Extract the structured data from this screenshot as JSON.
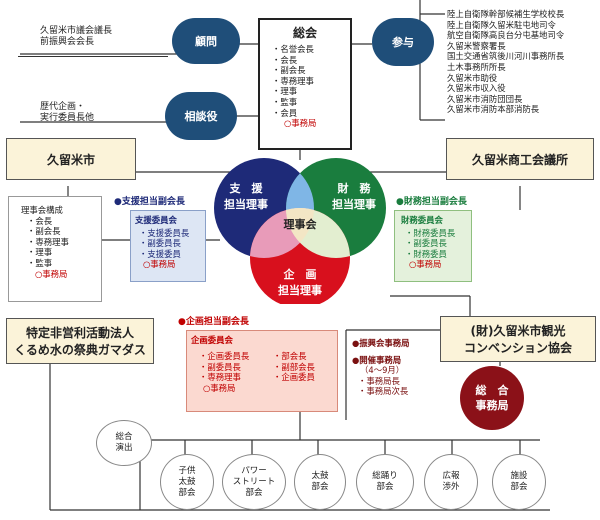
{
  "komon": {
    "label": "顧問",
    "members": [
      "久留米市議会議長",
      "前振興会会長"
    ]
  },
  "sodanyaku": {
    "label": "相談役",
    "members": [
      "歴代企画・",
      "実行委員長他"
    ]
  },
  "sanyo": {
    "label": "参与",
    "members": [
      "陸上自衛隊幹部候補生学校校長",
      "陸上自衛隊久留米駐屯地司令",
      "航空自衛隊高良台分屯基地司令",
      "久留米警察署長",
      "国土交通省筑後川河川事務所長",
      "土木事務所所長",
      "久留米市助役",
      "久留米市収入役",
      "久留米市消防団団長",
      "久留米市消防本部消防長"
    ]
  },
  "sokai": {
    "title": "総会",
    "members": [
      "・名誉会長",
      "・会長",
      "・副会長",
      "・専務理事",
      "・理事",
      "・監事",
      "・会員"
    ],
    "secretariat": "○事務局"
  },
  "kurume_city": "久留米市",
  "chamber": "久留米商工会議所",
  "npo": [
    "特定非営利活動法人",
    "くるめ水の祭典ガマダス"
  ],
  "convention": [
    "(財)久留米市観光",
    "コンベンション協会"
  ],
  "rijikai_box": {
    "title": "理事会構成",
    "members": [
      "・会長",
      "・副会長",
      "・専務理事",
      "・理事",
      "・監事"
    ],
    "secretariat": "○事務局"
  },
  "venn": {
    "shien": [
      "支　援",
      "担当理事"
    ],
    "zaimu": [
      "財　務",
      "担当理事"
    ],
    "kikaku": [
      "企　画",
      "担当理事"
    ],
    "center": "理事会",
    "colors": {
      "shien": "#1e2a78",
      "zaimu": "#1a7d3e",
      "kikaku": "#d8101d",
      "top_overlap": "#7fb6e6",
      "center": "#f3e6c5",
      "left_overlap": "#e89bb9"
    }
  },
  "shien": {
    "header": "●支援担当副会長",
    "committee": "支援委員会",
    "members": [
      "・支援委員長",
      "・副委員長",
      "・支援委員"
    ],
    "secretariat": "○事務局"
  },
  "zaimu": {
    "header": "●財務担当副会長",
    "committee": "財務委員会",
    "members": [
      "・財務委員長",
      "・副委員長",
      "・財務委員"
    ],
    "secretariat": "○事務局"
  },
  "kikaku": {
    "header": "●企画担当副会長",
    "committee": "企画委員会",
    "left": [
      "・企画委員長",
      "・副委員長",
      "・専務理事"
    ],
    "right": [
      "・部会長",
      "・副部会長",
      "・企画委員"
    ],
    "secretariat": "○事務局"
  },
  "convention_notes": {
    "shinkokai": "●振興会事務局",
    "kaisai_title": "●開催事務局",
    "kaisai_period": "（4～9月）",
    "members": [
      "・事務局長",
      "・事務局次長"
    ]
  },
  "sogo_jimukyoku": [
    "総　合",
    "事務局"
  ],
  "bukai": [
    {
      "lines": [
        "総合",
        "演出"
      ]
    },
    {
      "lines": [
        "子供",
        "太鼓",
        "部会"
      ]
    },
    {
      "lines": [
        "パワー",
        "ストリート",
        "部会"
      ]
    },
    {
      "lines": [
        "太鼓",
        "部会"
      ]
    },
    {
      "lines": [
        "総踊り",
        "部会"
      ]
    },
    {
      "lines": [
        "広報",
        "渉外"
      ]
    },
    {
      "lines": [
        "施設",
        "部会"
      ]
    }
  ]
}
